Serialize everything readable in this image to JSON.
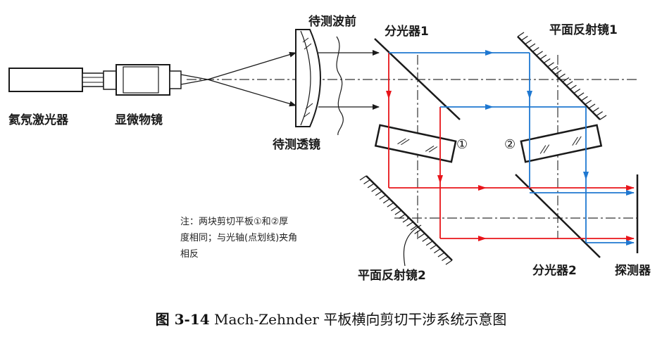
{
  "labels": {
    "laser": "氦氖激光器",
    "microscope": "显微物镜",
    "wavefront": "待测波前",
    "lens": "待测透镜",
    "bs1": "分光器1",
    "mirror1": "平面反射镜1",
    "mirror2": "平面反射镜2",
    "bs2": "分光器2",
    "detector": "探测器",
    "plate1": "①",
    "plate2": "②"
  },
  "note": {
    "line1": "注：两块剪切平板①和②厚",
    "line2": "度相同；与光轴(点划线)夹角",
    "line3": "相反"
  },
  "caption": {
    "figure_no": "图 3-14",
    "title": "Mach-Zehnder 平板横向剪切干涉系统示意图"
  },
  "colors": {
    "red_beam": "#e8141a",
    "blue_beam": "#1f78d1",
    "ink": "#1a1a1a"
  }
}
